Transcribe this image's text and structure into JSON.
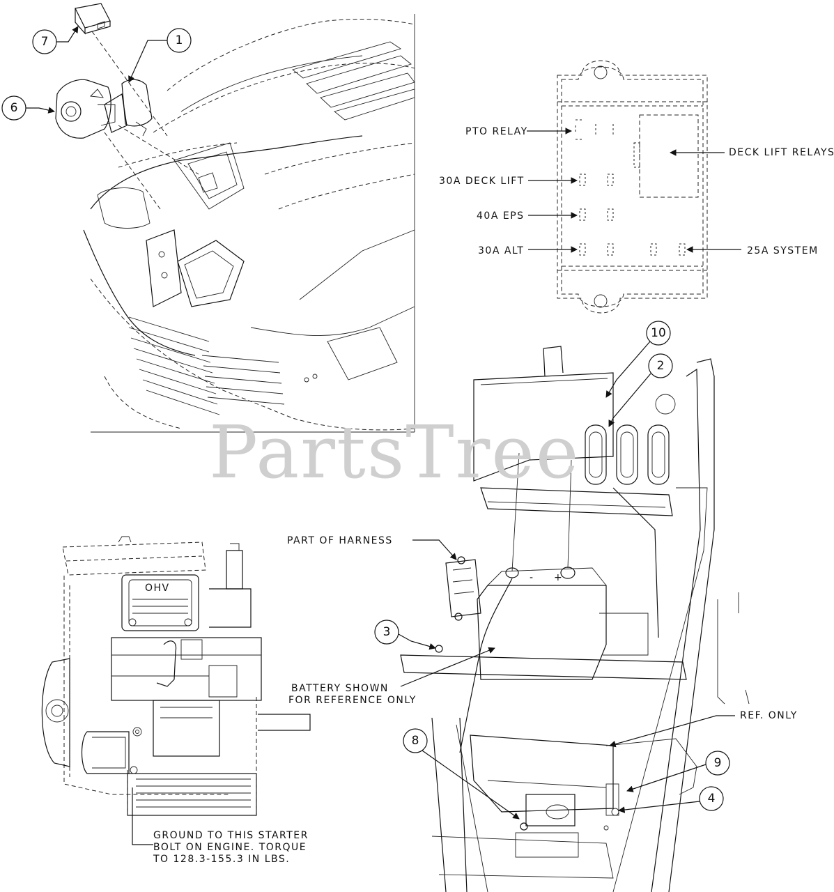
{
  "watermark": "PartsTree",
  "callouts": {
    "c1": "1",
    "c2": "2",
    "c3": "3",
    "c4": "4",
    "c6": "6",
    "c7": "7",
    "c8": "8",
    "c9": "9",
    "c10": "10"
  },
  "fuse_block": {
    "pto_relay": "PTO RELAY",
    "deck_lift_relays": "DECK LIFT RELAYS",
    "deck_lift_30a": "30A DECK LIFT",
    "eps_40a": "40A EPS",
    "alt_30a": "30A ALT",
    "system_25a": "25A SYSTEM"
  },
  "notes": {
    "part_of_harness": "PART OF HARNESS",
    "battery_line1": "BATTERY SHOWN",
    "battery_line2": "FOR REFERENCE ONLY",
    "ref_only": "REF. ONLY",
    "ground_line1": "GROUND TO THIS STARTER",
    "ground_line2": "BOLT ON ENGINE. TORQUE",
    "ground_line3": "TO 128.3-155.3 IN LBS."
  },
  "engine_badge": "OHV",
  "battery_terminals": {
    "negative": "-",
    "positive": "+"
  }
}
